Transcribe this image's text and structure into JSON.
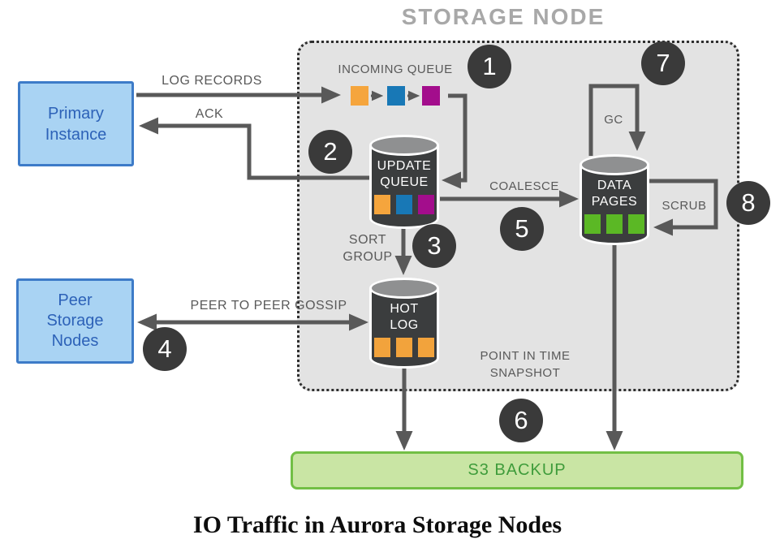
{
  "title": "STORAGE NODE",
  "caption": "IO Traffic in Aurora Storage Nodes",
  "nodes": {
    "primary_instance": {
      "lines": [
        "Primary",
        "Instance"
      ]
    },
    "peer_storage_nodes": {
      "lines": [
        "Peer",
        "Storage",
        "Nodes"
      ]
    },
    "s3_backup": {
      "label": "S3 BACKUP"
    }
  },
  "incoming_queue": {
    "label": "INCOMING QUEUE",
    "blocks": [
      "#F5A53D",
      "#1878B6",
      "#A30D8C"
    ]
  },
  "cylinders": {
    "update_queue": {
      "lines": [
        "UPDATE",
        "QUEUE"
      ],
      "blocks": [
        "#F5A53D",
        "#1878B6",
        "#A30D8C"
      ]
    },
    "hot_log": {
      "lines": [
        "HOT",
        "LOG"
      ],
      "blocks": [
        "#F2A33C",
        "#F2A33C",
        "#F2A33C"
      ]
    },
    "data_pages": {
      "lines": [
        "DATA",
        "PAGES"
      ],
      "blocks": [
        "#5BB825",
        "#5BB825",
        "#5BB825"
      ]
    }
  },
  "edges": {
    "log_records": "LOG RECORDS",
    "ack": "ACK",
    "coalesce": "COALESCE",
    "sort_group": [
      "SORT",
      "GROUP"
    ],
    "gossip": "PEER TO PEER GOSSIP",
    "gc": "GC",
    "scrub": "SCRUB",
    "snapshot": [
      "POINT IN TIME",
      "SNAPSHOT"
    ]
  },
  "steps": [
    "1",
    "2",
    "3",
    "4",
    "5",
    "6",
    "7",
    "8"
  ],
  "colors": {
    "line": "#595959",
    "label_text": "#595959",
    "storage_node_fill": "#E3E3E3",
    "badge_fill": "#3A3A3A",
    "instance_fill": "#A9D3F3",
    "instance_border": "#3D7BC8",
    "instance_text": "#2D62B8",
    "s3_fill": "#C9E5A4",
    "s3_border": "#72BF45",
    "s3_text": "#3F9C3B",
    "cylinder_body": "#3B3D3E",
    "cylinder_top": "#8F9091",
    "title_text": "#A8A8A8"
  }
}
